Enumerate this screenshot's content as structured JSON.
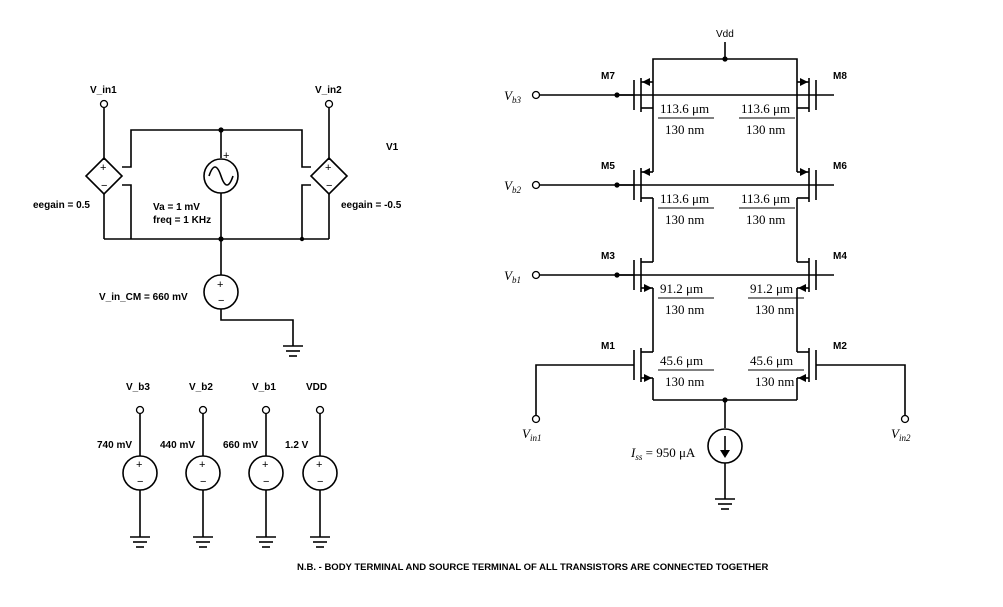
{
  "left_circuit": {
    "vin1_label": "V_in1",
    "vin2_label": "V_in2",
    "v1_label": "V1",
    "eegain_left": "eegain = 0.5",
    "eegain_right": "eegain = -0.5",
    "va_label": "Va = 1 mV",
    "freq_label": "freq = 1 KHz",
    "vcm_label": "V_in_CM = 660 mV"
  },
  "bias_sources": [
    {
      "name": "V_b3",
      "value": "740 mV"
    },
    {
      "name": "V_b2",
      "value": "440 mV"
    },
    {
      "name": "V_b1",
      "value": "660 mV"
    },
    {
      "name": "VDD",
      "value": "1.2 V"
    }
  ],
  "amp": {
    "vdd_label": "Vdd",
    "bias_inputs": [
      {
        "base": "V",
        "sub": "b3"
      },
      {
        "base": "V",
        "sub": "b2"
      },
      {
        "base": "V",
        "sub": "b1"
      }
    ],
    "vin1": {
      "base": "V",
      "sub": "in1"
    },
    "vin2": {
      "base": "V",
      "sub": "in2"
    },
    "transistors": [
      "M7",
      "M8",
      "M5",
      "M6",
      "M3",
      "M4",
      "M1",
      "M2"
    ],
    "sizes": [
      {
        "w": "113.6 μm",
        "l": "130 nm"
      },
      {
        "w": "113.6 μm",
        "l": "130 nm"
      },
      {
        "w": "113.6 μm",
        "l": "130 nm"
      },
      {
        "w": "113.6 μm",
        "l": "130 nm"
      },
      {
        "w": "91.2 μm",
        "l": "130 nm"
      },
      {
        "w": "91.2 μm",
        "l": "130 nm"
      },
      {
        "w": "45.6 μm",
        "l": "130 nm"
      },
      {
        "w": "45.6 μm",
        "l": "130 nm"
      }
    ],
    "iss": {
      "base": "I",
      "sub": "ss",
      "value": " = 950 μA"
    }
  },
  "footnote": "N.B. - BODY TERMINAL AND SOURCE TERMINAL OF ALL TRANSISTORS ARE CONNECTED TOGETHER"
}
